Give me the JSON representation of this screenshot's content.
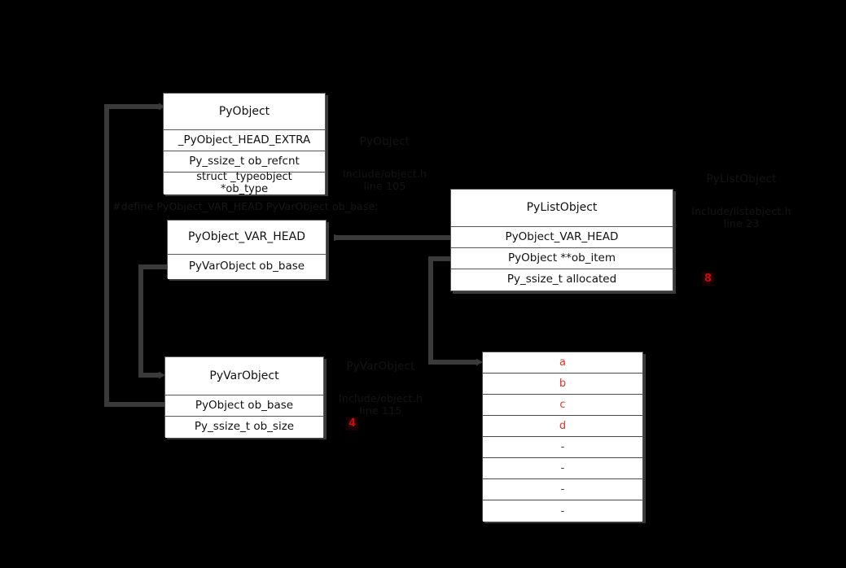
{
  "theme": {
    "background": "#000000",
    "box_fill": "#ffffff",
    "box_border": "#555555",
    "connector": "#3a3a3a",
    "filled_value_color": "#e8332a",
    "empty_value_color": "#3f3f3f",
    "marker_color": "#cc0b0b",
    "caption_color": "#141414"
  },
  "structs": {
    "pyobject": {
      "title": "PyObject",
      "fields": [
        "_PyObject_HEAD_EXTRA",
        "Py_ssize_t ob_refcnt",
        "struct _typeobject\n*ob_type"
      ]
    },
    "pyobject_var_head": {
      "title": "PyObject_VAR_HEAD",
      "fields": [
        "PyVarObject ob_base"
      ]
    },
    "pyvarobject": {
      "title": "PyVarObject",
      "fields": [
        "PyObject ob_base",
        "Py_ssize_t ob_size"
      ]
    },
    "pylistobject": {
      "title": "PyListObject",
      "fields": [
        "PyObject_VAR_HEAD",
        "PyObject **ob_item",
        "Py_ssize_t allocated"
      ]
    }
  },
  "array": {
    "name": "ob_item-array",
    "cells": [
      {
        "value": "a",
        "filled": true
      },
      {
        "value": "b",
        "filled": true
      },
      {
        "value": "c",
        "filled": true
      },
      {
        "value": "d",
        "filled": true
      },
      {
        "value": "-",
        "filled": false
      },
      {
        "value": "-",
        "filled": false
      },
      {
        "value": "-",
        "filled": false
      },
      {
        "value": "-",
        "filled": false
      }
    ]
  },
  "captions": {
    "pyobject": {
      "title": "PyObject",
      "source": "Include/object.h\nline 105"
    },
    "pyvarobject": {
      "title": "PyVarObject",
      "source": "Include/object.h\nline 115"
    },
    "pylistobject": {
      "title": "PyListObject",
      "source": "Include/listobject.h\nline 23"
    }
  },
  "macro": {
    "text": "#define PyObject_VAR_HEAD PyVarObject ob_base;"
  },
  "markers": {
    "ob_size_value": "4",
    "allocated_value": "8"
  }
}
